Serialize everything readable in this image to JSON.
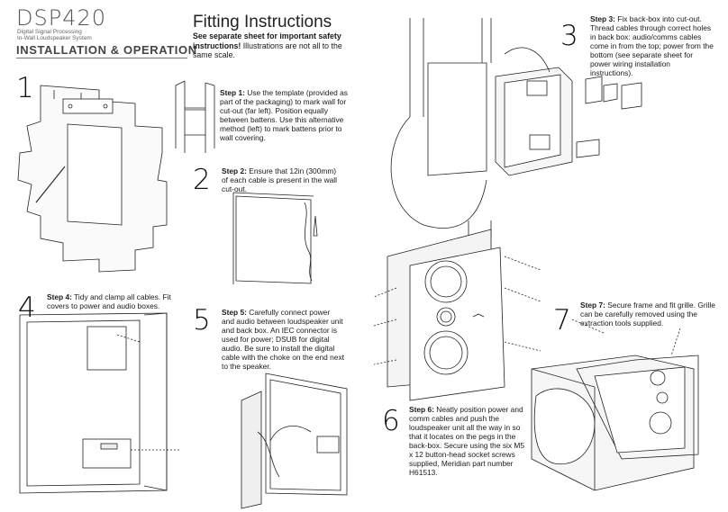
{
  "header": {
    "brand": "DSP420",
    "sub1": "Digital Signal Processing",
    "sub2": "In-Wall Loudspeaker System",
    "title": "INSTALLATION & OPERATION"
  },
  "fitting": {
    "title": "Fitting Instructions",
    "warning_bold": "See separate sheet for important safety instructions!",
    "warning_rest": " Illustrations are not all to the same scale."
  },
  "steps": [
    {
      "num": "1",
      "label": "Step 1:",
      "text": "Use the template (provided as part of the packaging) to mark wall for cut-out  (far left). Position equally between battens. Use this alternative method (left) to mark battens prior to wall covering."
    },
    {
      "num": "2",
      "label": "Step 2:",
      "text": "Ensure that 12in (300mm) of each cable is present in the wall cut-out."
    },
    {
      "num": "3",
      "label": "Step 3:",
      "text": "Fix back-box into cut-out. Thread cables through correct holes in back box: audio/comms cables come in from the top; power from the bottom  (see separate sheet for power wiring installation instructions)."
    },
    {
      "num": "4",
      "label": "Step 4:",
      "text": "Tidy and clamp all cables. Fit covers to power and audio boxes."
    },
    {
      "num": "5",
      "label": "Step 5:",
      "text": "Carefully connect power and audio between loudspeaker unit and back box. An IEC connector is used for power; DSUB for digital audio. Be sure to install the digital cable with the choke on the end next to the speaker."
    },
    {
      "num": "6",
      "label": "Step 6:",
      "text": "Neatly position power and comm cables and push the loudspeaker unit all the way in so that it locates on the pegs in the back-box. Secure using the six M5 x 12 button-head socket screws supplied, Meridian part number H61513."
    },
    {
      "num": "7",
      "label": "Step 7:",
      "text": "Secure frame and fit grille. Grille can be carefully removed using the extraction tools supplied."
    }
  ]
}
